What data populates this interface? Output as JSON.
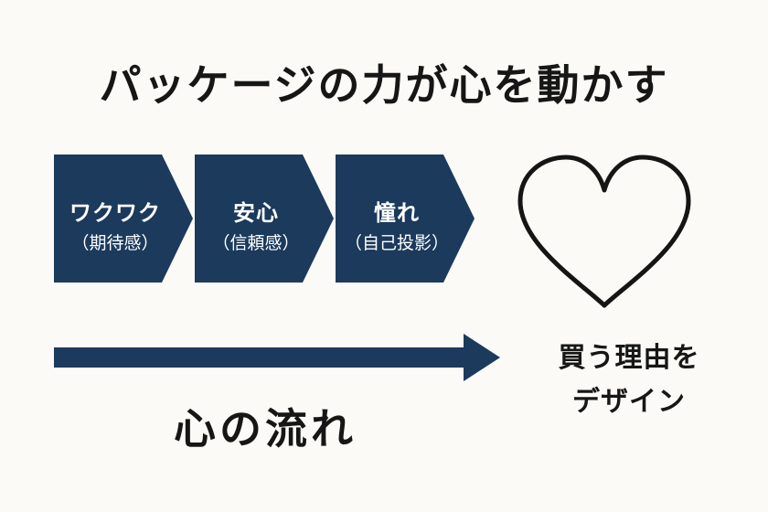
{
  "title": "パッケージの力が心を動かす",
  "stages": [
    {
      "label": "ワクワク",
      "sub": "（期待感）"
    },
    {
      "label": "安心",
      "sub": "（信頼感）"
    },
    {
      "label": "憧れ",
      "sub": "（自己投影）"
    }
  ],
  "reason": {
    "line1": "買う理由を",
    "line2": "デザイン"
  },
  "flow_label": "心の流れ",
  "colors": {
    "chevron": "#1b3a5c",
    "arrow": "#1b3a5c",
    "background": "#fbfaf6",
    "text": "#161616"
  },
  "icons": {
    "heart": "heart-outline-icon"
  }
}
